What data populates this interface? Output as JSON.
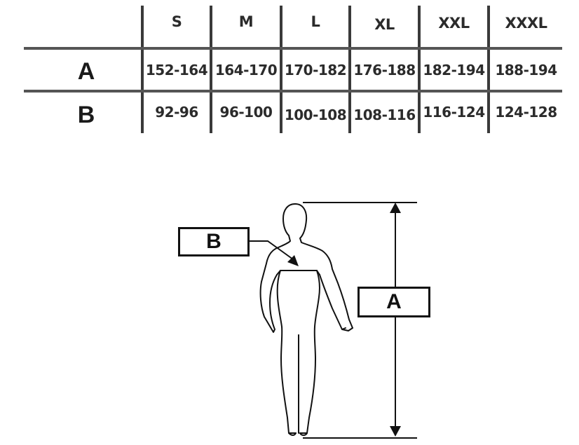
{
  "size_table": {
    "columns": [
      "S",
      "M",
      "L",
      "XL",
      "XXL",
      "XXXL"
    ],
    "rows": [
      {
        "label": "A",
        "values": [
          "152-164",
          "164-170",
          "170-182",
          "176-188",
          "182-194",
          "188-194"
        ]
      },
      {
        "label": "B",
        "values": [
          "92-96",
          "96-100",
          "100-108",
          "108-116",
          "116-124",
          "124-128"
        ]
      }
    ]
  },
  "diagram": {
    "height_label": "A",
    "chest_label": "B"
  }
}
